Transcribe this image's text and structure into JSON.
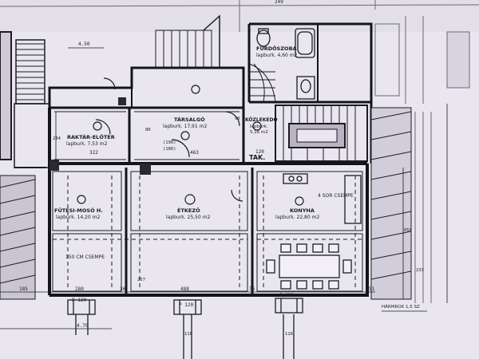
{
  "rooms": {
    "furdoszoba": {
      "name": "FÜRDŐSZOBA",
      "area": "lapburk. 4,60 m2"
    },
    "tarsalgo": {
      "name": "TÁRSALGÓ",
      "area": "lapburk. 17,91 m2"
    },
    "raktar": {
      "name": "RAKTÁR-ELŐTÉR",
      "area": "lapburk. 7,53 m2"
    },
    "kozlekedo": {
      "name": "KÖZLEKEDŐ",
      "area": "lapburk.",
      "area2": "5,16 m2"
    },
    "futesi": {
      "name": "FŰTÉSI-MOSÓ H.",
      "area": "lapburk. 14,20 m2"
    },
    "etkezo": {
      "name": "ÉTKEZŐ",
      "area": "lapburk. 25,50 m2"
    },
    "konyha": {
      "name": "KONYHA",
      "area": "lapburk. 22,80 m2"
    }
  },
  "notes": {
    "sor_csempe": "4 SOR CSEMPE",
    "cm_csempe": "150 CM CSEMPE",
    "tak": "TAK.",
    "harmrok": "HÁRMROK 1,5 SZ"
  },
  "dimensions": {
    "d450": "4.50",
    "d249": "249",
    "d234": "234",
    "d322": "322",
    "d463": "463",
    "d120": "120",
    "d185": "185",
    "d280": "280",
    "d36a": "36",
    "d488": "488",
    "d36b": "36",
    "d51": "51",
    "d257": "257",
    "d233": "233",
    "d650": "650",
    "p120a": "P 120",
    "p120b": "P 120",
    "p120c": "P 120",
    "d470": "4.70",
    "d116a": "116",
    "d116b": "116",
    "d190": "(190)",
    "d180": "(180)",
    "d80": "80",
    "d90": "90"
  }
}
